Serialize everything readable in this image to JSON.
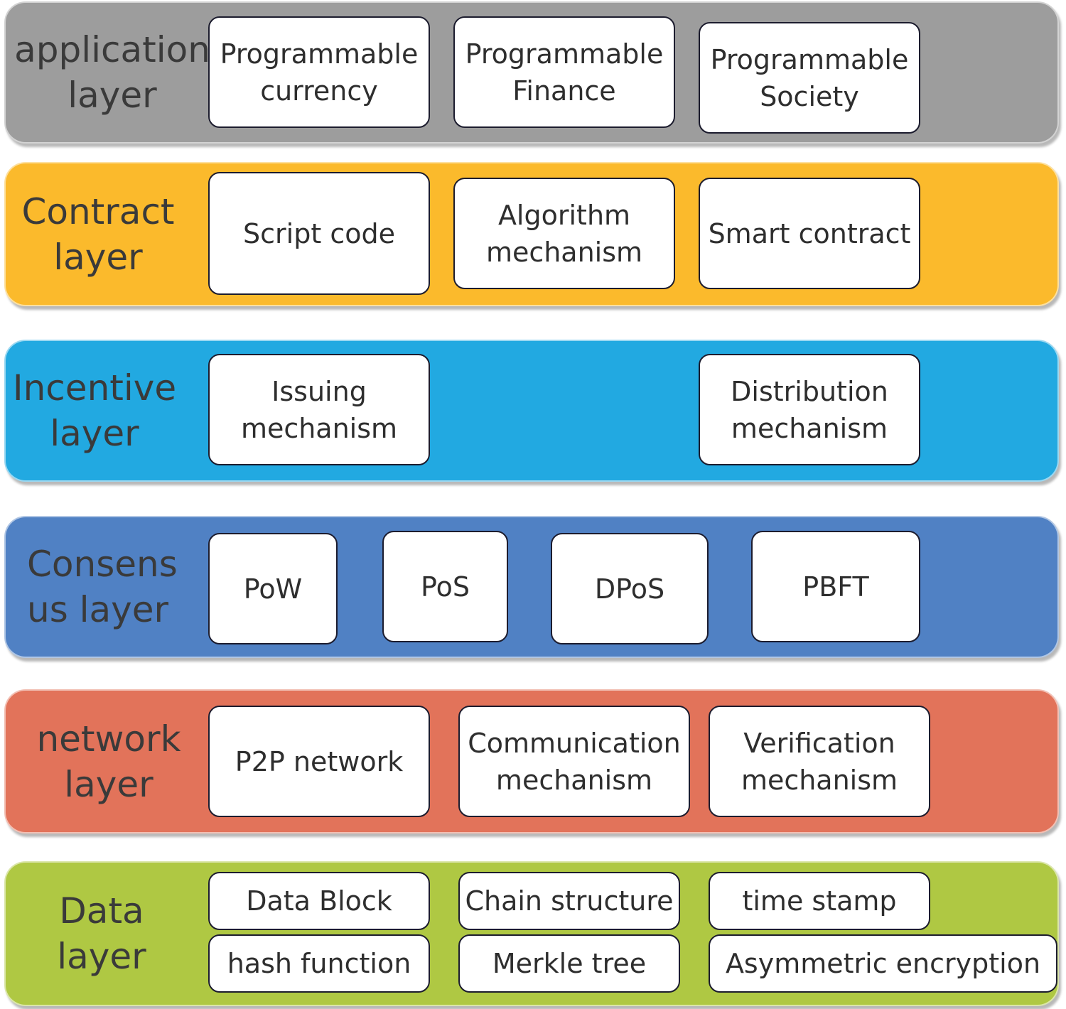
{
  "layers": [
    {
      "label": "application\nlayer",
      "color": "#9d9d9d",
      "items": [
        "Programmable\ncurrency",
        "Programmable\nFinance",
        "Programmable\nSociety"
      ]
    },
    {
      "label": "Contract\nlayer",
      "color": "#fbba2c",
      "items": [
        "Script code",
        "Algorithm\nmechanism",
        "Smart contract"
      ]
    },
    {
      "label": "Incentive\nlayer",
      "color": "#22a9e1",
      "items": [
        "Issuing\nmechanism",
        "Distribution\nmechanism"
      ]
    },
    {
      "label": "Consens\nus layer",
      "color": "#5081c4",
      "items": [
        "PoW",
        "PoS",
        "DPoS",
        "PBFT"
      ]
    },
    {
      "label": "network\nlayer",
      "color": "#e2735a",
      "items": [
        "P2P network",
        "Communication\nmechanism",
        "Verification\nmechanism"
      ]
    },
    {
      "label": "Data\nlayer",
      "color": "#afc843",
      "items": [
        "Data Block",
        "Chain structure",
        "time stamp",
        "hash function",
        "Merkle tree",
        "Asymmetric encryption"
      ]
    }
  ]
}
